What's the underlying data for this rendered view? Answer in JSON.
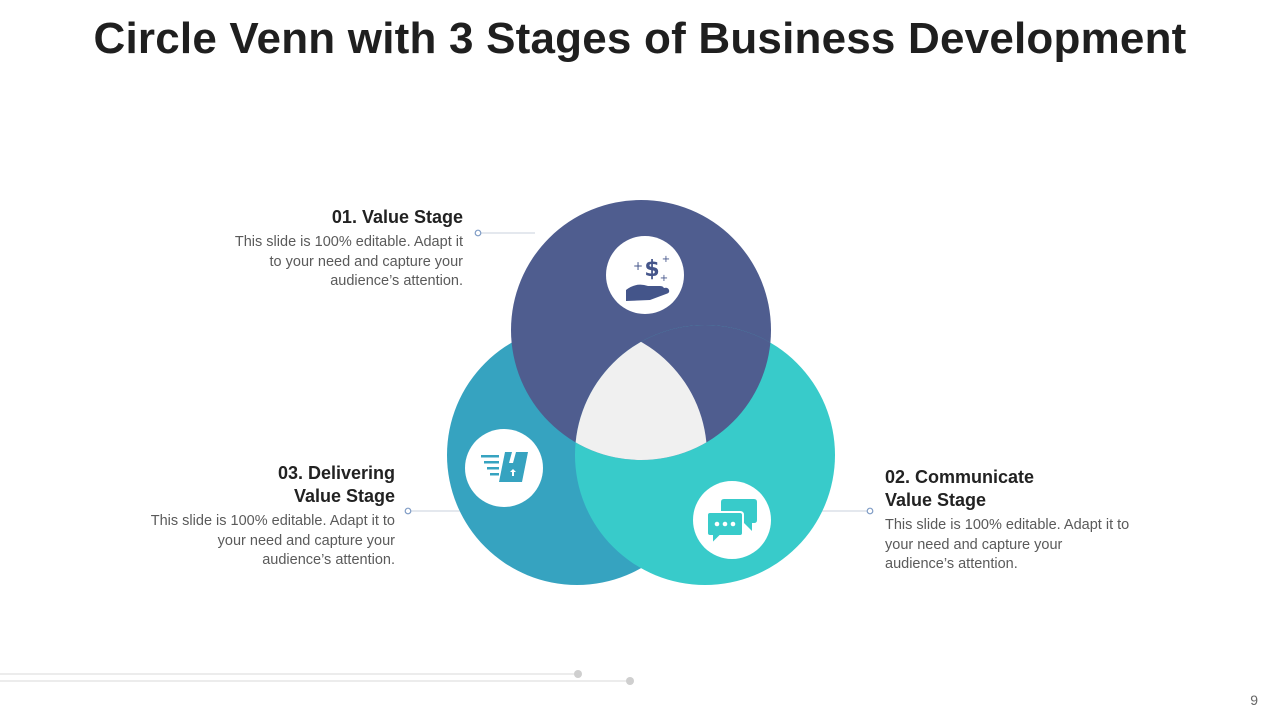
{
  "slide": {
    "title": "Circle Venn with 3 Stages of Business Development",
    "page_number": "9"
  },
  "stages": [
    {
      "title": "01. Value Stage",
      "description": "This slide is 100% editable. Adapt it to your need and capture your audience’s attention.",
      "color": "#4f5d8f",
      "icon": "money-hand-icon"
    },
    {
      "title": "02. Communicate Value Stage",
      "description": "This slide is 100% editable. Adapt it to your need and capture your audience’s attention.",
      "color": "#38cbca",
      "icon": "chat-bubbles-icon"
    },
    {
      "title": "03. Delivering Value Stage",
      "description": "This slide is 100% editable. Adapt it to your need and capture your audience’s attention.",
      "color": "#36a3c0",
      "icon": "fast-delivery-box-icon"
    }
  ],
  "center_color": "#f0f0f0",
  "icon_color": "#44558a"
}
